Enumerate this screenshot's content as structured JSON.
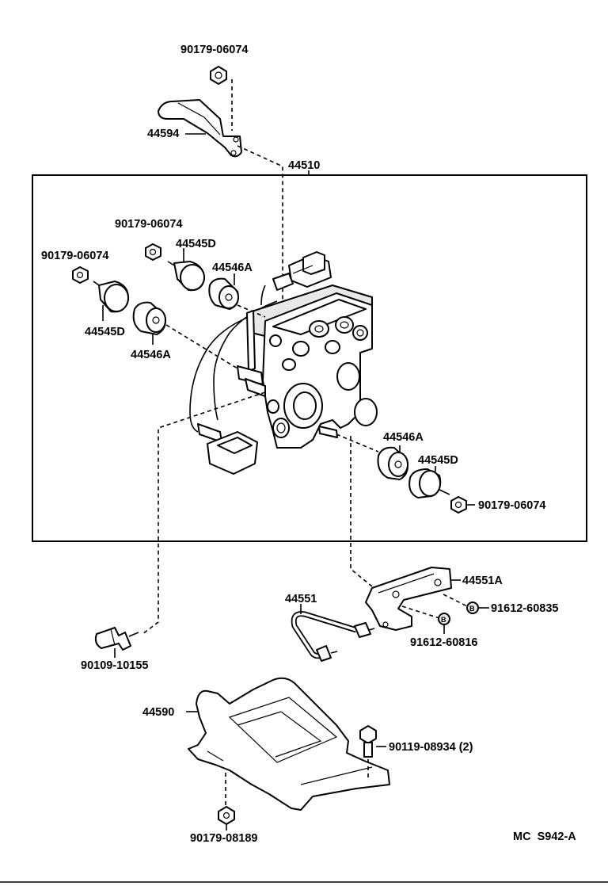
{
  "callouts": {
    "nut_top": "90179-06074",
    "bracket_upper": "44594",
    "actuator_assy": "44510",
    "nut_upper_left_2": "90179-06074",
    "nut_upper_left_1": "90179-06074",
    "solenoid_upper_2": "44545D",
    "solenoid_upper_1": "44545D",
    "bushing_upper_2": "44546A",
    "bushing_upper_1": "44546A",
    "bushing_right": "44546A",
    "solenoid_right": "44545D",
    "nut_right": "90179-06074",
    "bracket_right": "44551A",
    "washer_right": "91612-60835",
    "pipe": "44551",
    "washer_lower": "91612-60816",
    "sensor_switch": "90109-10155",
    "bracket_lower": "44590",
    "bolt_lower": "90119-08934 (2)",
    "nut_bottom": "90179-08189"
  },
  "figure_code": "MC  S942-A"
}
